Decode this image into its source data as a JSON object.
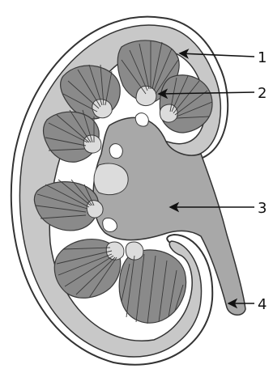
{
  "diagram": {
    "colors": {
      "background": "#ffffff",
      "capsule_fill": "#ffffff",
      "capsule_stroke": "#333333",
      "cortex_fill": "#c8c8c8",
      "pelvis_fill": "#a8a8a8",
      "pyramid_fill": "#8a8a8a",
      "pyramid_line": "#3a3a3a",
      "papilla_fill": "#dcdcdc",
      "arrow_color": "#111111"
    },
    "labels": [
      {
        "id": "cortex",
        "text": "1"
      },
      {
        "id": "pyramid",
        "text": "2"
      },
      {
        "id": "pelvis",
        "text": "3"
      },
      {
        "id": "ureter",
        "text": "4"
      }
    ]
  }
}
